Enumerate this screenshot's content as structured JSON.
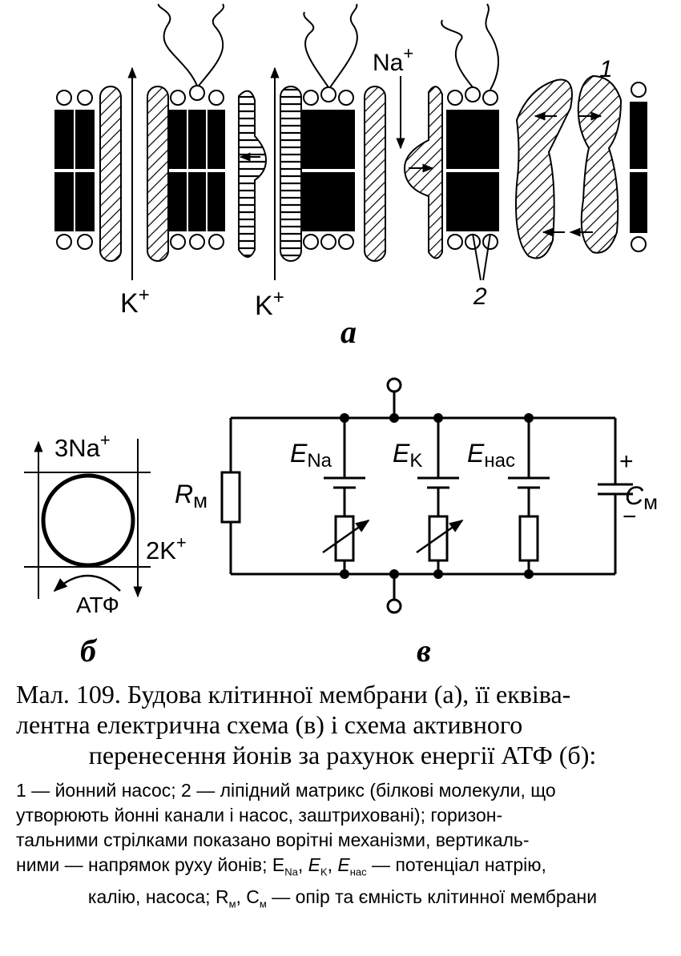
{
  "panel_a": {
    "letter": "а",
    "ion_k_left": "K",
    "ion_k_right": "K",
    "ion_na": "Na",
    "charge_plus": "+",
    "label_pump": "1",
    "label_matrix": "2"
  },
  "panel_b": {
    "letter": "б",
    "na_label": "3Na",
    "k_label": "2K",
    "atp_label": "АТФ",
    "charge_plus": "+"
  },
  "panel_c": {
    "letter": "в",
    "rm": "R",
    "rm_sub": "м",
    "ena": "E",
    "ena_sub": "Na",
    "ek": "E",
    "ek_sub": "K",
    "enas": "E",
    "enas_sub": "нас",
    "cm": "C",
    "cm_sub": "м",
    "plus": "+",
    "minus": "−"
  },
  "caption": {
    "title_line1": "Мал. 109. Будова клітинної мембрани (а), її еквіва-",
    "title_line2": "лентна електрична схема (в) і схема активного",
    "title_line3": "перенесення йонів за рахунок енергії АТФ (б):",
    "note_line1": "1 — йонний насос; 2 — ліпідний матрикс (білкові молекули, що",
    "note_line2": "утворюють йонні канали і насос, заштриховані); горизон-",
    "note_line3": "тальними стрілками показано ворітні механізми, вертикаль-",
    "note_line4": "ними — напрямок руху йонів; E",
    "note_line4_subs": [
      "Na",
      "K",
      "нас"
    ],
    "note_line4_tail": " — потенціал натрію,",
    "note_line5": "калію, насоса; R",
    "note_line5_sub1": "м",
    "note_line5_mid": ", C",
    "note_line5_sub2": "м",
    "note_line5_tail": " — опір та ємність клітинної мембрани"
  }
}
